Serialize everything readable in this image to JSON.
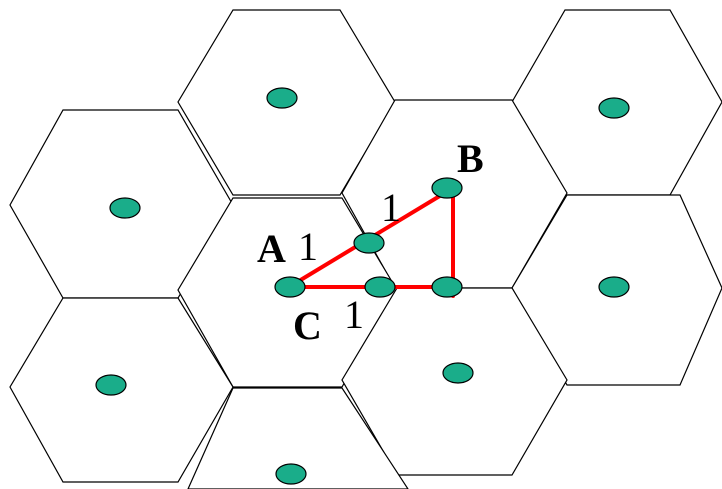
{
  "labels": {
    "point_a": "A",
    "point_b": "B",
    "point_c": "C",
    "length_ab_side": "1",
    "length_top": "1",
    "length_bottom": "1"
  },
  "colors": {
    "cell_center": "#1aad8a",
    "triangle": "#ff0000",
    "hex_outline": "#000000"
  }
}
